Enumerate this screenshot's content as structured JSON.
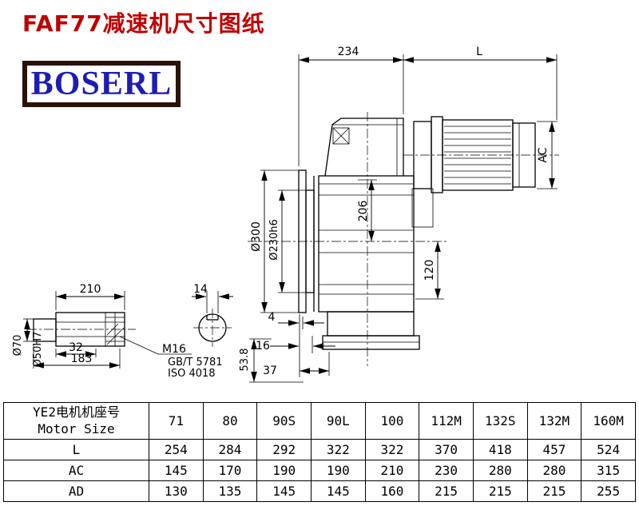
{
  "page": {
    "title": "FAF77减速机尺寸图纸",
    "logo": "BOSERL"
  },
  "drawing": {
    "width_234": "234",
    "length_L": "L",
    "motor_ac": "AC",
    "height_206": "206",
    "height_120": "120",
    "flange_dia": "Ø300",
    "spigot_dia": "Ø230h6",
    "shaft_len_210": "210",
    "keyway_14": "14",
    "bore_depth_32": "32",
    "len_183": "183",
    "shaft_dia_70": "Ø70",
    "bore_dia_50": "Ø50H7",
    "thread_m16": "M16",
    "std_gb": "GB/T 5781",
    "std_iso": "ISO 4018",
    "offset_4": "4",
    "offset_16": "16",
    "offset_37": "37",
    "offset_53_8": "53.8"
  },
  "table": {
    "header": {
      "line1": "YE2电机机座号",
      "line2": "Motor Size"
    },
    "sizes": [
      "71",
      "80",
      "90S",
      "90L",
      "100",
      "112M",
      "132S",
      "132M",
      "160M"
    ],
    "rows": [
      {
        "label": "L",
        "values": [
          "254",
          "284",
          "292",
          "322",
          "322",
          "370",
          "418",
          "457",
          "524"
        ]
      },
      {
        "label": "AC",
        "values": [
          "145",
          "170",
          "190",
          "190",
          "210",
          "230",
          "280",
          "280",
          "315"
        ]
      },
      {
        "label": "AD",
        "values": [
          "130",
          "135",
          "145",
          "145",
          "160",
          "215",
          "215",
          "215",
          "255"
        ]
      }
    ]
  }
}
